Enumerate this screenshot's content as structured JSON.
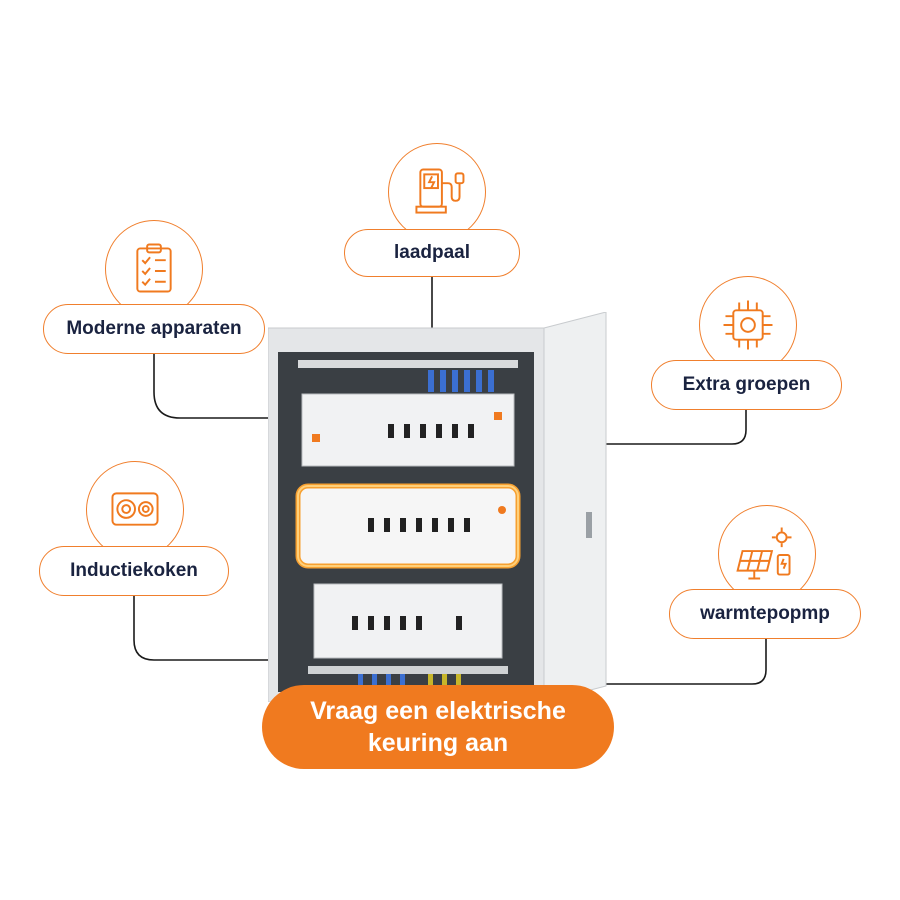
{
  "colors": {
    "accent": "#f07a1f",
    "label_text": "#1a2340",
    "cabinet": "#e4e6e8"
  },
  "features": [
    {
      "id": "laadpaal",
      "label": "laadpaal",
      "icon": "ev-charger-icon"
    },
    {
      "id": "moderne",
      "label": "Moderne apparaten",
      "icon": "checklist-icon"
    },
    {
      "id": "extra",
      "label": "Extra groepen",
      "icon": "chip-icon"
    },
    {
      "id": "inductie",
      "label": "Inductiekoken",
      "icon": "induction-cooktop-icon"
    },
    {
      "id": "warmte",
      "label": "warmtepopmp",
      "icon": "solar-panel-icon"
    }
  ],
  "cta": {
    "line1": "Vraag een elektrische",
    "line2": "keuring aan"
  },
  "image": {
    "subject": "electrical-cabinet"
  }
}
